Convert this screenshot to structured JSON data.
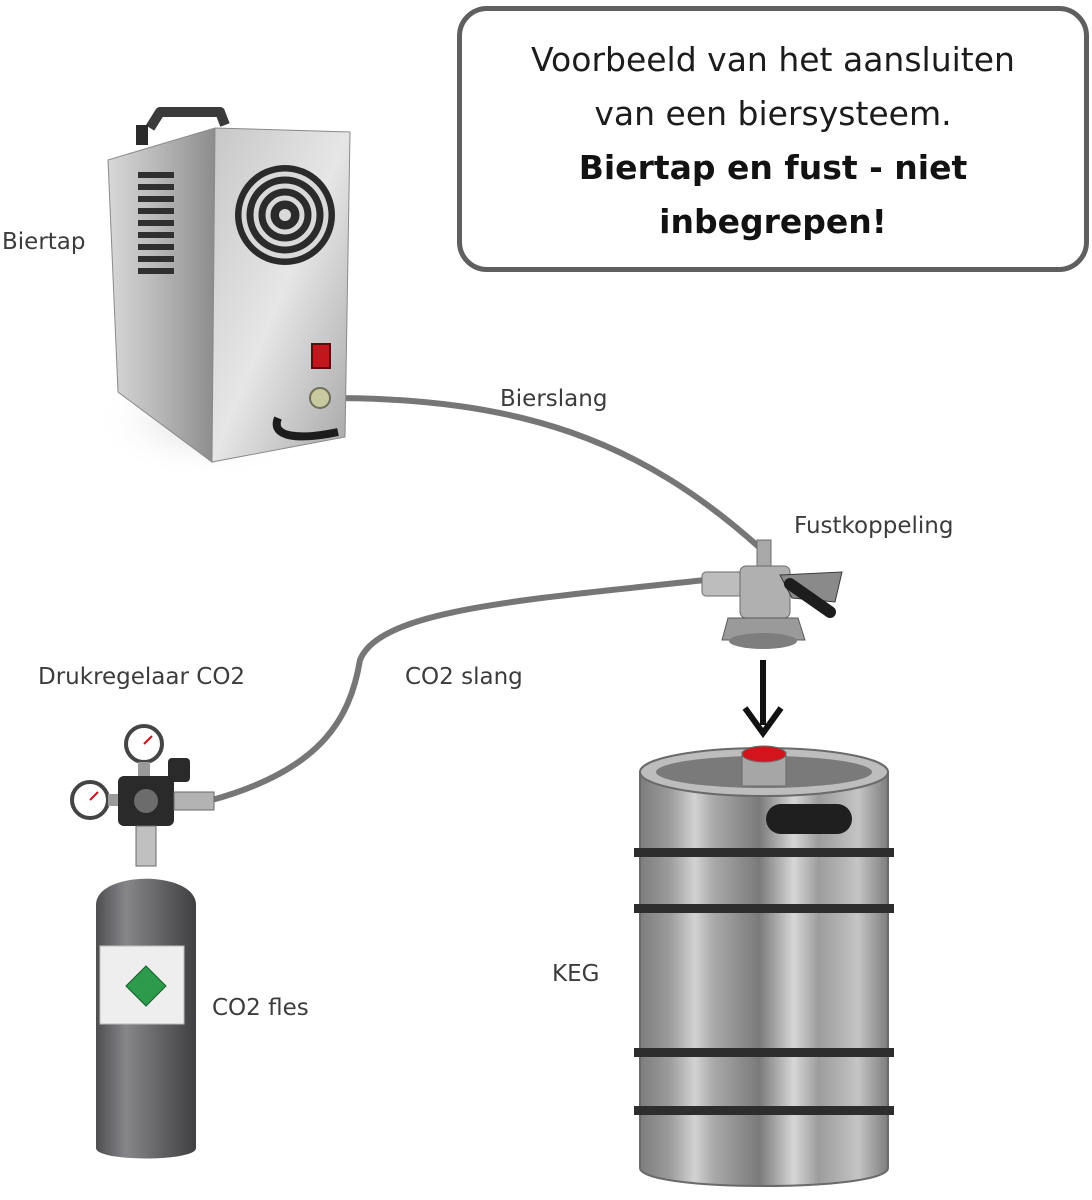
{
  "info_box": {
    "line1": "Voorbeeld van het aansluiten",
    "line2": "van een biersysteem.",
    "line3": "Biertap en fust - niet",
    "line4": "inbegrepen!"
  },
  "labels": {
    "biertap": "Biertap",
    "bierslang": "Bierslang",
    "fustkoppeling": "Fustkoppeling",
    "drukregelaar": "Drukregelaar CO2",
    "co2_slang": "CO2 slang",
    "keg": "KEG",
    "co2_fles": "CO2 fles"
  },
  "colors": {
    "hose": "#767676",
    "steel": "#b9b9b9",
    "cylinder": "#6e6e70",
    "label_green": "#2e9a4c",
    "switch_red": "#c0161c",
    "keg_valve_red": "#d4141c",
    "frame": "#5f5f5f"
  },
  "icons": [
    "beer-tap-machine",
    "beer-hose",
    "keg-coupler",
    "co2-hose",
    "pressure-regulator",
    "co2-cylinder",
    "keg",
    "down-arrow-icon"
  ]
}
